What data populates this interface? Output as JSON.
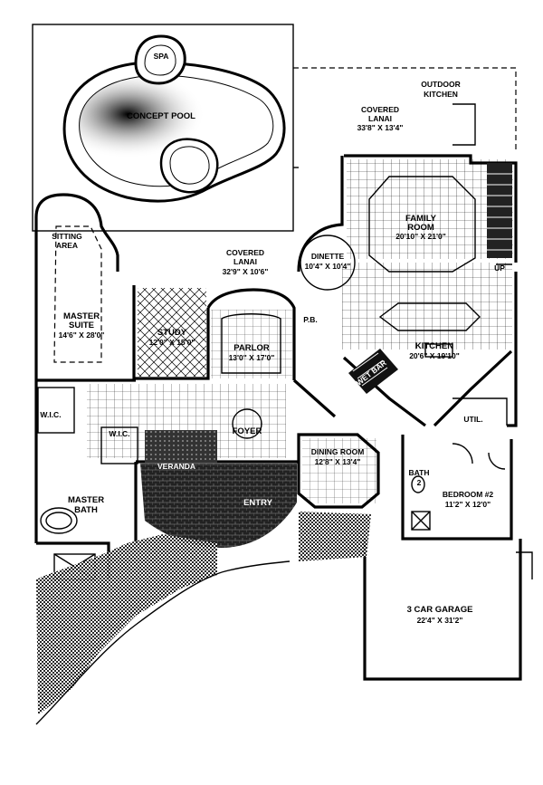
{
  "rooms": {
    "spa": "SPA",
    "pool": "CONCEPT POOL",
    "outdoor_kitchen": [
      "OUTDOOR",
      "KITCHEN"
    ],
    "covered_lanai_top": [
      "COVERED",
      "LANAI",
      "33'8\" X 13'4\""
    ],
    "family_room": [
      "FAMILY",
      "ROOM",
      "20'10\" X 21'0\""
    ],
    "dinette": [
      "DINETTE",
      "10'4\" X 10'4\""
    ],
    "up": "UP",
    "sitting_area": [
      "SITTING",
      "AREA"
    ],
    "covered_lanai_mid": [
      "COVERED",
      "LANAI",
      "32'9\" X 10'6\""
    ],
    "master_suite": [
      "MASTER",
      "SUITE",
      "14'6\" X 28'0\""
    ],
    "study": [
      "STUDY",
      "12'0\" X 15'0\""
    ],
    "parlor": [
      "PARLOR",
      "13'0\" X 17'0\""
    ],
    "pb": "P.B.",
    "kitchen": [
      "KITCHEN",
      "20'6\" X 19'10\""
    ],
    "wet_bar": "WET BAR",
    "wic_left": "W.I.C.",
    "wic_right": "W.I.C.",
    "foyer": "FOYER",
    "util": "UTIL.",
    "dining_room": [
      "DINING ROOM",
      "12'8\" X 13'4\""
    ],
    "veranda": "VERANDA",
    "entry": "ENTRY",
    "bath2": [
      "BATH",
      "2"
    ],
    "bedroom2": [
      "BEDROOM #2",
      "11'2\" X 12'0\""
    ],
    "master_bath": [
      "MASTER",
      "BATH"
    ],
    "garage": [
      "3 CAR GARAGE",
      "22'4\" X 31'2\""
    ]
  }
}
